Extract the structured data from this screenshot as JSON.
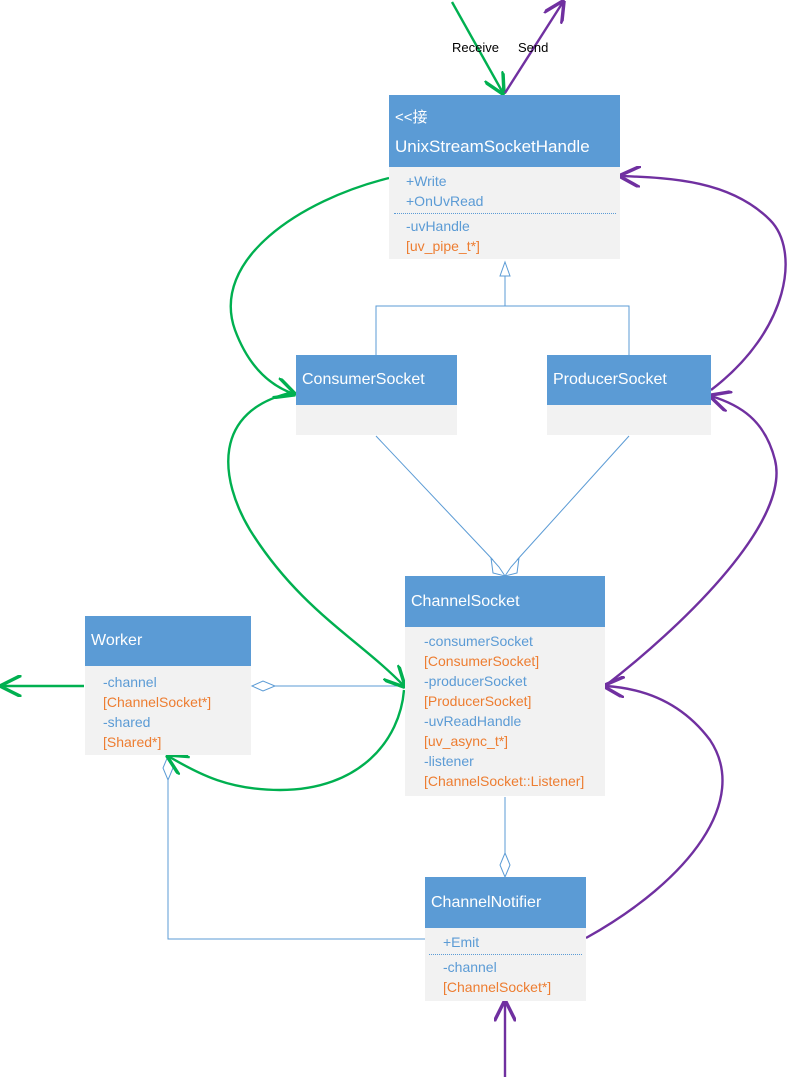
{
  "labels": {
    "receive": "Receive",
    "send": "Send"
  },
  "colors": {
    "receive_arrow": "#00b050",
    "send_arrow": "#7030a0",
    "class_header": "#5b9bd5",
    "class_body": "#f2f2f2",
    "member": "#5b9bd5",
    "type": "#ed7d31"
  },
  "classes": {
    "unix": {
      "stereotype": "<<接",
      "name": "UnixStreamSocketHandle",
      "members": [
        "+Write",
        "+OnUvRead"
      ],
      "fields": [
        "-uvHandle",
        "[uv_pipe_t*]"
      ]
    },
    "consumer": {
      "name": "ConsumerSocket"
    },
    "producer": {
      "name": "ProducerSocket"
    },
    "channel": {
      "name": "ChannelSocket",
      "fields": [
        "-consumerSocket",
        "[ConsumerSocket]",
        "-producerSocket",
        "[ProducerSocket]",
        "-uvReadHandle",
        "[uv_async_t*]",
        "-listener",
        "[ChannelSocket::Listener]"
      ]
    },
    "worker": {
      "name": "Worker",
      "fields": [
        "-channel",
        "[ChannelSocket*]",
        "-shared",
        "[Shared*]"
      ]
    },
    "notifier": {
      "name": "ChannelNotifier",
      "members": [
        "+Emit"
      ],
      "fields": [
        "-channel",
        "[ChannelSocket*]"
      ]
    }
  }
}
